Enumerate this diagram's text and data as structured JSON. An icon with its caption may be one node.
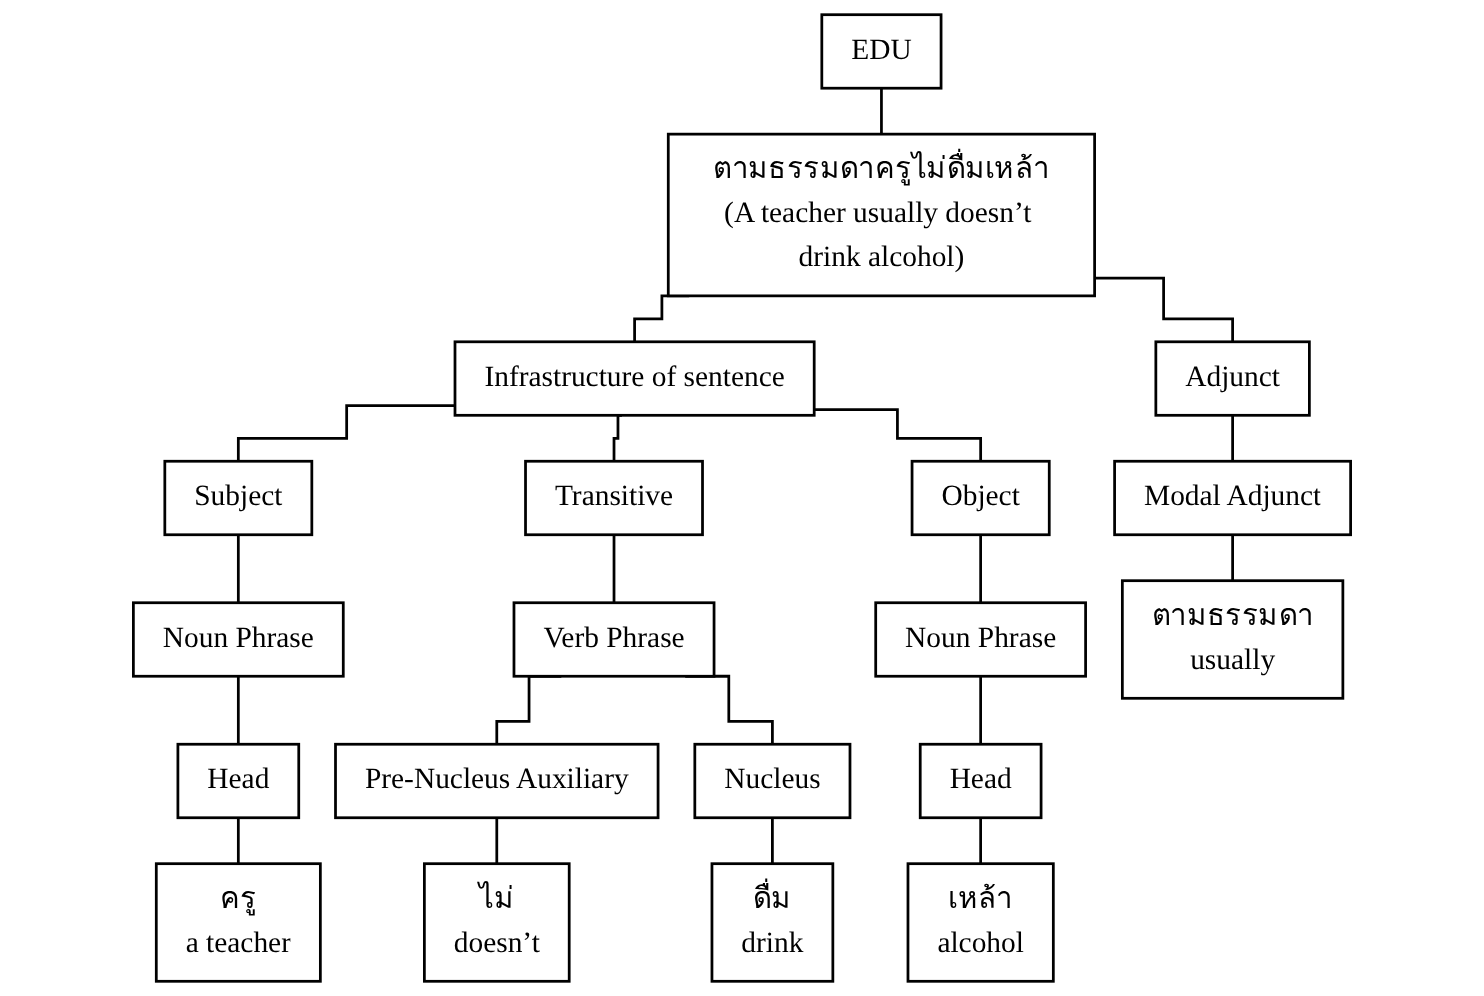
{
  "diagram": {
    "nodes": [
      {
        "text": [
          "EDU"
        ]
      },
      {
        "text": [
          "ตามธรรมดาครูไม่ดื่มเหล้า",
          "(A teacher usually doesn’t drink alcohol)"
        ]
      },
      {
        "text": [
          "Adjunct"
        ]
      },
      {
        "text": [
          "Infrastructure of sentence"
        ]
      },
      {
        "text": [
          "Modal Adjunct"
        ]
      },
      {
        "text": [
          "Subject"
        ]
      },
      {
        "text": [
          "Transitive"
        ]
      },
      {
        "text": [
          "Object"
        ]
      },
      {
        "text": [
          "Noun Phrase"
        ]
      },
      {
        "text": [
          "Verb Phrase"
        ]
      },
      {
        "text": [
          "Noun Phrase"
        ]
      },
      {
        "text": [
          "Head"
        ]
      },
      {
        "text": [
          "Pre-Nucleus Auxiliary"
        ]
      },
      {
        "text": [
          "Nucleus"
        ]
      },
      {
        "text": [
          "Head"
        ]
      },
      {
        "text": [
          "ตามธรรมดา",
          "usually"
        ]
      },
      {
        "text": [
          "ครู",
          "a teacher"
        ]
      },
      {
        "text": [
          "ไม่",
          "doesn’t"
        ]
      },
      {
        "text": [
          "ดื่ม",
          "drink"
        ]
      },
      {
        "text": [
          "เหล้า",
          "alcohol"
        ]
      }
    ],
    "edges": [
      {
        "from": 0,
        "to": 1,
        "arrow": "none"
      },
      {
        "from": 1,
        "to": 2,
        "arrow": "none"
      },
      {
        "from": 1,
        "to": 3,
        "arrow": "none"
      },
      {
        "from": 2,
        "to": 4,
        "arrow": "none"
      },
      {
        "from": 3,
        "to": 5,
        "arrow": "none"
      },
      {
        "from": 3,
        "to": 6,
        "arrow": "none"
      },
      {
        "from": 3,
        "to": 7,
        "arrow": "none"
      },
      {
        "from": 5,
        "to": 8,
        "arrow": "none"
      },
      {
        "from": 6,
        "to": 9,
        "arrow": "none"
      },
      {
        "from": 7,
        "to": 10,
        "arrow": "none"
      },
      {
        "from": 8,
        "to": 11,
        "arrow": "none"
      },
      {
        "from": 9,
        "to": 12,
        "arrow": "none"
      },
      {
        "from": 9,
        "to": 13,
        "arrow": "none"
      },
      {
        "from": 10,
        "to": 14,
        "arrow": "none"
      },
      {
        "from": 4,
        "to": 15,
        "arrow": "none"
      },
      {
        "from": 11,
        "to": 16,
        "arrow": "none"
      },
      {
        "from": 12,
        "to": 17,
        "arrow": "none"
      },
      {
        "from": 13,
        "to": 18,
        "arrow": "none"
      },
      {
        "from": 14,
        "to": 19,
        "arrow": "none"
      }
    ]
  }
}
